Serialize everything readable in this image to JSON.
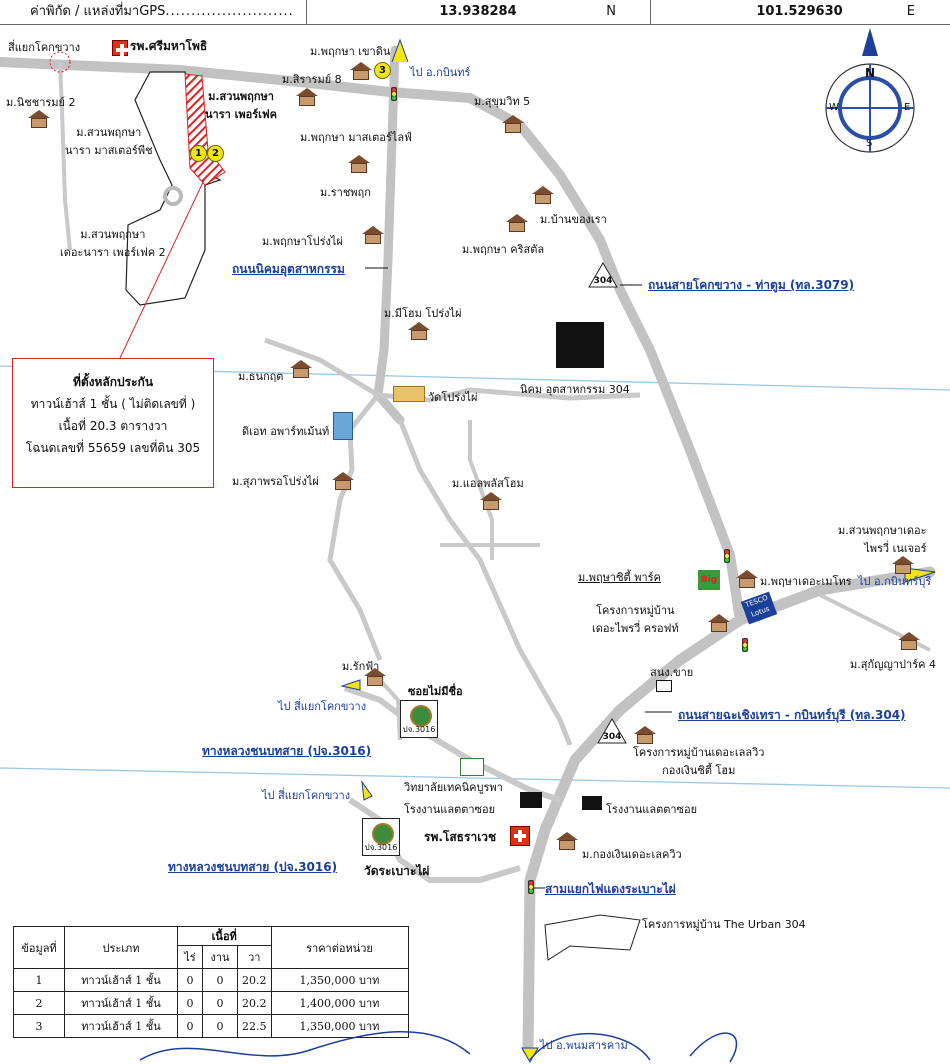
{
  "header": {
    "coord_label": "ค่าพิกัด / แหล่งที่มา",
    "gps": "GPS",
    "lat": "13.938284",
    "lat_suffix": "N",
    "lon": "101.529630",
    "lon_suffix": "E"
  },
  "compass": {
    "n": "N",
    "s": "S",
    "e": "E",
    "w": "W"
  },
  "places": {
    "sikoak": "สี่แยกโคกขวาง",
    "srimahaphot": "รพ.ศรีมหาโพธิ",
    "nichcharom": "ม.นิชชารมย์ 2",
    "suanpruksa_master": "ม.สวนพฤกษา\nนารา มาสเตอร์พีช",
    "suanpruksa_perfect_red": "ม.สวนพฤกษา\nนารา เพอร์เฟค",
    "suanpruksa_perfect2": "ม.สวนพฤกษา\nเดอะนารา เพอร์เฟค 2",
    "pruksa_khaodin": "ม.พฤกษา เขาดิน",
    "sirarom8": "ม.สิรารมย์ 8",
    "sukhumvit5": "ม.สุขุมวิท 5",
    "pruksa_masterlife": "ม.พฤกษา มาสเตอร์ไลฟ์",
    "ratchaphruk": "ม.ราชพฤก",
    "banklongrao": "ม.บ้านของเรา",
    "pruksa_prongphai": "ม.พฤกษาโปร่งไผ่",
    "pruksa_crystal": "ม.พฤกษา คริสตัล",
    "mihome": "ม.มีโฮม โปร่งไผ่",
    "thanakrit": "ม.ธนกฤต",
    "watprongphai": "วัดโปร่งไผ่",
    "nikom304": "นิคม อุตสาหกรรม 304",
    "dhot_apartment": "ดิเอท อพาร์ทเม้นท์",
    "supapornprongphai": "ม.สุภาพรอโปร่งไผ่",
    "allplus": "ม.แอลพลัสโฮม",
    "suanpruksa_fairy": "ม.สวนพฤกษาเดอะ\nไพรวี่ เนเจอร์",
    "pruksacity": "ม.พฤษาซิตี้ พาร์ค",
    "pruksa_themontre": "ม.พฤษาเดอะเมโทร",
    "project_fairycroft": "โครงการหมู่บ้าน\nเดอะไพรวี่ ครอฟท์",
    "sukanya4": "ม.สุกัญญาปาร์ค 4",
    "sanongkhai": "สนง.ขาย",
    "rakfa": "ม.รักฟ้า",
    "soi_nameless": "ซอยไม่มีชื่อ",
    "wittayalai": "วิทยาลัยเทคนิคบูรพา",
    "factory1": "โรงงานแลตตาซอย",
    "factory2": "โรงงานแลตตาซอย",
    "project_lakeview": "โครงการหมู่บ้านเดอะเลลวิว\nกองเงินซิตี้ โฮม",
    "hospital_sothra": "รพ.โสธราเวช",
    "kongngern_lakeview": "ม.กองเงินเดอะเลควิว",
    "wat_rabao": "วัดระเบาะไผ่",
    "urban304": "โครงการหมู่บ้าน The Urban 304"
  },
  "roads": {
    "nikom": "ถนนนิคมอุตสาหกรรม",
    "road3079": "ถนนสายโคกขวาง - ท่าตูม (ทล.3079)",
    "road304": "ถนนสายฉะเชิงเทรา - กบินทร์บุรี (ทล.304)",
    "pj3016_a": "ทางหลวงชนบทสาย (ปจ.3016)",
    "pj3016_b": "ทางหลวงชนบทสาย (ปจ.3016)",
    "samyaek": "สามแยกไฟแดงระเบาะไผ่"
  },
  "directions": {
    "kabin_top": "ไป อ.กบินทร์",
    "kabinburi": "ไป อ.กบินทร์บุรี",
    "sikoak1": "ไป สี่แยกโคกขวาง",
    "sikoak2": "ไป สี่แยกโคกขวาง",
    "phanom": "ไป อ.พนมสารคาม"
  },
  "shields": {
    "s304a": "304",
    "s304b": "304",
    "pj1": "ปจ.3016",
    "pj2": "ปจ.3016"
  },
  "markers": {
    "m1": "1",
    "m2": "2",
    "m3": "3"
  },
  "infobox": {
    "line1": "ที่ตั้งหลักประกัน",
    "line2": "ทาวน์เฮ้าส์ 1 ชั้น ( ไม่ติดเลขที่ )",
    "line3": "เนื้อที่ 20.3 ตารางวา",
    "line4": "โฉนดเลขที่ 55659 เลขที่ดิน 305"
  },
  "brands": {
    "big": "Big",
    "tesco": "TESCO Lotus"
  },
  "table": {
    "h_no": "ข้อมูลที่",
    "h_type": "ประเภท",
    "h_area": "เนื้อที่",
    "h_rai": "ไร่",
    "h_ngan": "งาน",
    "h_wa": "วา",
    "h_price": "ราคาต่อหน่วย",
    "rows": [
      {
        "no": "1",
        "type": "ทาวน์เฮ้าส์ 1 ชั้น",
        "rai": "0",
        "ngan": "0",
        "wa": "20.2",
        "price": "1,350,000 บาท"
      },
      {
        "no": "2",
        "type": "ทาวน์เฮ้าส์ 1 ชั้น",
        "rai": "0",
        "ngan": "0",
        "wa": "20.2",
        "price": "1,400,000 บาท"
      },
      {
        "no": "3",
        "type": "ทาวน์เฮ้าส์ 1 ชั้น",
        "rai": "0",
        "ngan": "0",
        "wa": "22.5",
        "price": "1,350,000 บาท"
      }
    ]
  }
}
